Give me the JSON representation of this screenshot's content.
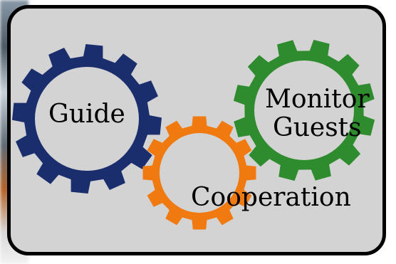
{
  "gears": [
    {
      "label": "Guide",
      "color": "#1a2e6e",
      "teeth": 12
    },
    {
      "label_lines": [
        "Monitor",
        "Guests"
      ],
      "color": "#2e8b2e",
      "teeth": 12
    },
    {
      "label": "Cooperation",
      "color": "#f07a10",
      "teeth": 12
    }
  ],
  "colors": {
    "panel_background": "#d3d3d3",
    "panel_border": "#000000"
  }
}
